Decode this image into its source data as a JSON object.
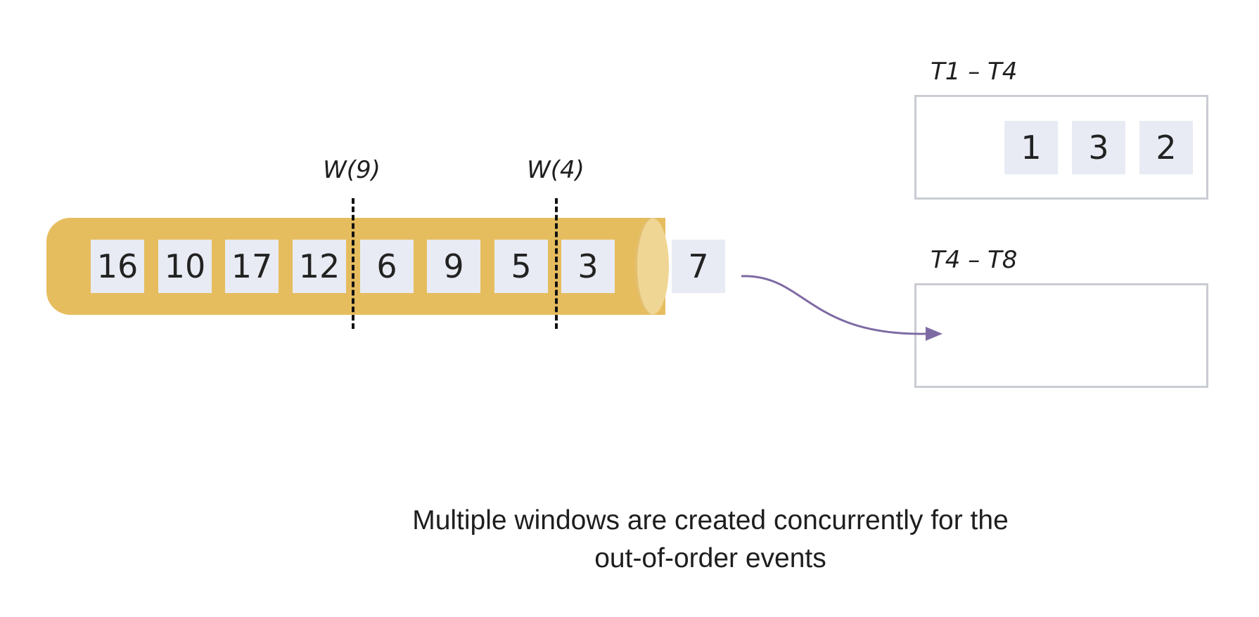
{
  "stream": {
    "events": [
      "16",
      "10",
      "17",
      "12",
      "6",
      "9",
      "5",
      "3"
    ],
    "incoming_event": "7",
    "watermarks": [
      "W(9)",
      "W(4)"
    ]
  },
  "windows": [
    {
      "title": "T1 – T4",
      "events": [
        "1",
        "3",
        "2"
      ]
    },
    {
      "title": "T4 – T8",
      "events": []
    }
  ],
  "caption": {
    "line1": "Multiple windows are created concurrently for the",
    "line2": "out-of-order events"
  },
  "colors": {
    "pipe": "#e6bd5e",
    "pipe_cap": "#f0d694",
    "event_box": "#e8ebf3",
    "arrow": "#7e6aa3",
    "window_border": "#c9ccd3"
  }
}
